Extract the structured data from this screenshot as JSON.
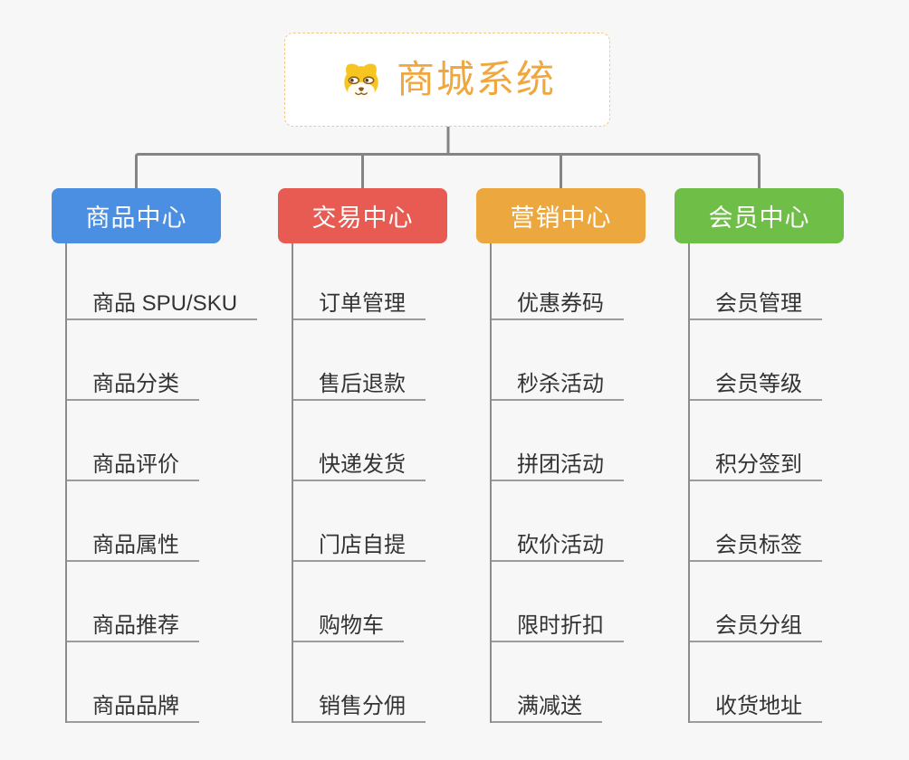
{
  "canvas": {
    "background": "#f7f7f7"
  },
  "connector_color": "#848484",
  "root": {
    "title": "商城系统",
    "icon": "dog-icon",
    "text_color": "#efa73e",
    "border_color": "#f3c987",
    "background": "#ffffff"
  },
  "branches": [
    {
      "label": "商品中心",
      "color": "#4a8fe2",
      "items": [
        "商品 SPU/SKU",
        "商品分类",
        "商品评价",
        "商品属性",
        "商品推荐",
        "商品品牌"
      ]
    },
    {
      "label": "交易中心",
      "color": "#e75b53",
      "items": [
        "订单管理",
        "售后退款",
        "快递发货",
        "门店自提",
        "购物车",
        "销售分佣"
      ]
    },
    {
      "label": "营销中心",
      "color": "#eca83f",
      "items": [
        "优惠券码",
        "秒杀活动",
        "拼团活动",
        "砍价活动",
        "限时折扣",
        "满减送"
      ]
    },
    {
      "label": "会员中心",
      "color": "#6ebe47",
      "items": [
        "会员管理",
        "会员等级",
        "积分签到",
        "会员标签",
        "会员分组",
        "收货地址"
      ]
    }
  ]
}
